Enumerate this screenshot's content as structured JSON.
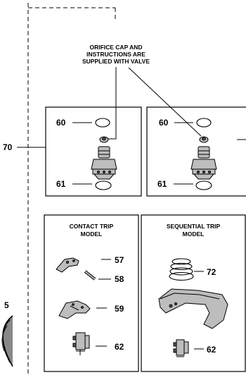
{
  "callout_note": {
    "line1": "ORIFICE CAP AND",
    "line2": "INSTRUCTIONS ARE",
    "line3": "SUPPLIED WITH VALVE"
  },
  "kit_label": "70",
  "left_valve_box": {
    "label_top": "60",
    "label_bottom": "61"
  },
  "right_valve_box": {
    "label_top": "60",
    "label_bottom": "61"
  },
  "contact_trip": {
    "title_line1": "CONTACT TRIP",
    "title_line2": "MODEL",
    "parts": [
      "57",
      "58",
      "59",
      "62"
    ]
  },
  "sequential_trip": {
    "title_line1": "SEQUENTIAL TRIP",
    "title_line2": "MODEL",
    "parts": [
      "72",
      "62"
    ]
  },
  "edge_label": "5"
}
